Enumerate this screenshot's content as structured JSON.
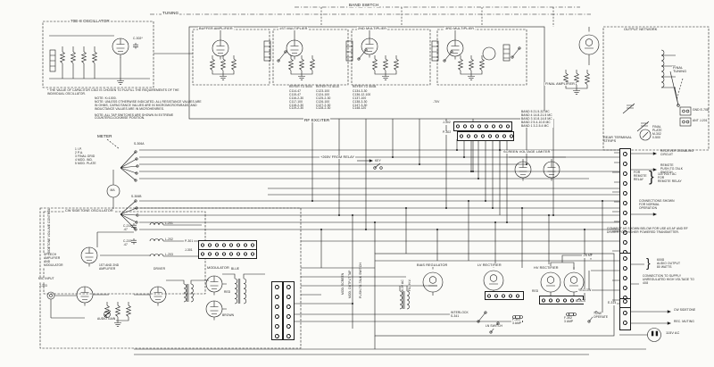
{
  "top": {
    "tuning": "TUNING",
    "band_switch": "BAND SWITCH"
  },
  "sections": {
    "oscillator": "70E-8 OSCILLATOR",
    "buffer": "BUFFER AMPLIFIER",
    "mult1": "1ST MULTIPLIER",
    "mult2": "2ND MULTIPLIER",
    "mult3": "3RD MULTIPLIER",
    "final_amp": "FINAL AMPLIFIER",
    "output_network": "OUTPUT NETWORK",
    "rf_exciter": "RF EXCITER",
    "screen_limiter": "SCREEN VOLTAGE LIMITER",
    "cw_sidetone_osc": "CW SIDETONE OSCILLATOR",
    "speech_amp": [
      "SPEECH",
      "AMPLIFIER",
      "AND",
      "MODULATOR"
    ],
    "amp_1_2": [
      "1ST AND 2ND",
      "AMPLIFIER"
    ],
    "driver": "DRIVER",
    "modulator": "MODULATOR",
    "bias_regulator": "BIAS REGULATOR",
    "lv_rectifier": "LV RECTIFIER",
    "hv_rectifier": "HV RECTIFIER"
  },
  "notes": {
    "k": "NOTE: K=1000.",
    "units": "NOTE: UNLESS OTHERWISE INDICATED, ALL RESISTANCE VALUES ARE IN OHMS, CAPACITANCE VALUES ARE IN MICROMICROFARADS, AND INDUCTANCE VALUES ARE IN MICROHENRIES.",
    "taps": "NOTE: ALL TAP SWITCHES ARE SHOWN IN EXTREME COUNTERCLOCKWISE POSITION.",
    "c302": "* THE VALUE OF CAPACITOR C302 IS CHOSEN TO FULFILL THE REQUIREMENTS OF THE INDIVIDUAL OSCILLATOR."
  },
  "meter": {
    "label": "METER",
    "scale": "MA",
    "positions": [
      "1 I.P.",
      "2 P.A.",
      "3 FINAL GRID",
      "4 MOD. IND.",
      "5 MOD. PLATE"
    ],
    "switch_a": "S-306A",
    "switch_b": "S-306B"
  },
  "tables": {
    "t1_title": "REFER TO 5000",
    "t1": [
      "C114-47",
      "C115-47",
      "C116-2-30",
      "C117-100",
      "C118-2-30",
      "C119-2-30"
    ],
    "t2_title": "REFER TO 5010",
    "t2": [
      "C123-100",
      "C124-100",
      "C125-2-30",
      "C126-100",
      "C127-2-30",
      "C128-2-30"
    ],
    "t3_title": "REFER TO 500B",
    "t3": [
      "C134-3-30",
      "C136-12-100",
      "C137-100",
      "C138-3-30",
      "C147-3-30",
      "C148-120"
    ]
  },
  "bands": [
    "BAND 5  21.5-32 MC",
    "BAND 4  14.8-21.5 MC",
    "BAND 3  10.8-14.8 MC",
    "BAND 2  5.4-10.8 MC",
    "BAND 1  3.2-5.4 MC"
  ],
  "connectors": {
    "j302": "J-302",
    "p302": "P-302",
    "p301": "P-301",
    "j301": "J-301",
    "e314": "E-314",
    "gnd": "GND E-708",
    "ant": "ANT J-201",
    "mic_jack": "J-303"
  },
  "rear": {
    "title": [
      "REAR TERMINAL",
      "STRIPS"
    ],
    "receiver_disabling": [
      "RECEIVER DISABLING",
      "CIRCUIT"
    ],
    "remote_ptt": [
      "REMOTE",
      "PUSH-TO-TALK",
      "SWITCH"
    ],
    "for_remote_relay": [
      "FOR",
      "REMOTE",
      "RELAY"
    ],
    "v115_remote": [
      "115 VOLT AC",
      "FOR",
      "REMOTE RELAY"
    ],
    "normal_operation": [
      "CONNECTIONS SHOWN",
      "FOR NORMAL",
      "OPERATION"
    ],
    "connect_below": "CONNECT AS SHOWN BELOW FOR USE AS AF AND RF DRIVER FOR HIGHER POWERED TRANSMITTER.",
    "audio_output": [
      "600Ω",
      "AUDIO OUTPUT",
      "80 WATTS"
    ],
    "hv_connection": "CONNECTION TO SUPPLY UNREGULATED HIGH VOLTAGE TO 4X8",
    "cw_sidetone": "CW SIDETONE",
    "rec_muting": "REC. MUTING",
    "ac_line": "115V AC"
  },
  "center": {
    "relay_feed": "+265V FROM RELAY",
    "key": "KEY",
    "neg70": "-70V",
    "final_plate": [
      "FINAL",
      "PLATE",
      "M-302",
      "0-500"
    ],
    "final_tuning": [
      "FINAL",
      "TUNING"
    ],
    "mod_screen": "MOD. SCREEN",
    "mod_output_tap": "MOD. OUTPUT TAP",
    "ptt": "PUSH-TO-TALK SWITCH",
    "v63": "6.3V AC",
    "fil_hv": "FIL. H.V."
  },
  "speech": {
    "mic_input": "MIC INPUT",
    "audio_gain": "AUDIO GAIN",
    "sidetone_volume": "SIDETONE VOLUME CONTROL",
    "l201": "L-201",
    "l202": "L-202",
    "l203": "L-203",
    "c214": [
      "C-214",
      ".47"
    ],
    "c219": [
      "C-219",
      ".47"
    ],
    "c302": "C-302*"
  },
  "wires": {
    "blue": "BLUE",
    "red": "RED",
    "brown": "BROWN",
    "yellow": "YELLOW",
    "black": "BLACK"
  },
  "power": {
    "interlock": [
      "INTERLOCK",
      "S-341"
    ],
    "tune_operate": [
      "TUNE",
      "OPERATE"
    ],
    "ln_switch": "LN SWITCH",
    "f301": [
      "F-301",
      "3 AMP"
    ],
    "f302": [
      "F-302",
      "3 AMP"
    ],
    "c25": ".25 MF"
  },
  "misc": {
    "brace": "}"
  }
}
